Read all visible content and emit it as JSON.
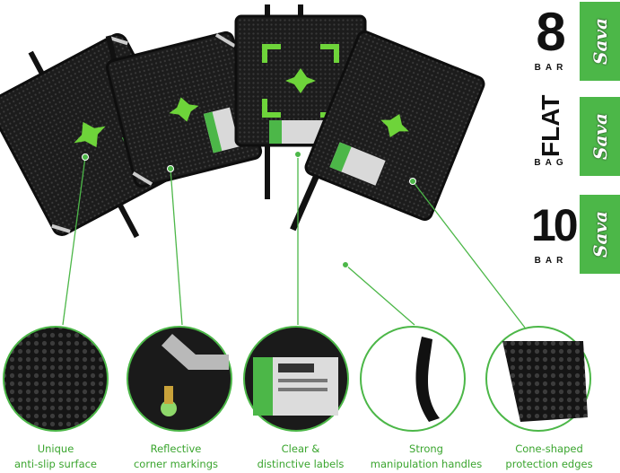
{
  "captions": [
    {
      "line1": "Unique",
      "line2": "anti-slip surface"
    },
    {
      "line1": "Reflective",
      "line2": "corner markings"
    },
    {
      "line1": "Clear &",
      "line2": "distinctive labels"
    },
    {
      "line1": "Strong",
      "line2": "manipulation handles"
    },
    {
      "line1": "Cone-shaped",
      "line2": "protection edges"
    }
  ],
  "badges": [
    {
      "big": "8",
      "small": "BAR",
      "logo": "Sava"
    },
    {
      "big": "FLAT",
      "small": "BAG",
      "logo": "Sava"
    },
    {
      "big": "10",
      "small": "BAR",
      "logo": "Sava"
    }
  ],
  "colors": {
    "accent": "#4cb748",
    "caption": "#3aa52e",
    "bag": "#1b1b1b"
  }
}
